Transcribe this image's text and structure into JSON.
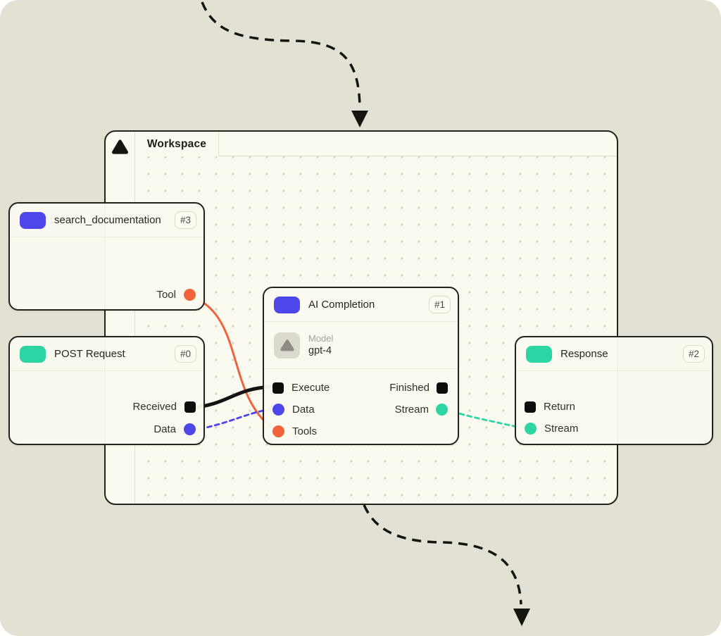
{
  "page": {
    "background": "#e2e1d3"
  },
  "window": {
    "tab_label": "Workspace",
    "background": "#fbfaf0",
    "border_color": "#23221b",
    "logo_icon": "triangle-logo"
  },
  "nodes": {
    "search_documentation": {
      "title": "search_documentation",
      "badge": "#3",
      "icon_color": "#4d46e9",
      "outputs": [
        {
          "label": "Tool",
          "shape": "circle",
          "color": "#f0633c"
        }
      ]
    },
    "post_request": {
      "title": "POST Request",
      "badge": "#0",
      "icon_color": "#2dd5a4",
      "outputs": [
        {
          "label": "Received",
          "shape": "square",
          "color": "#0d0d0b"
        },
        {
          "label": "Data",
          "shape": "circle",
          "color": "#4d46e9"
        }
      ]
    },
    "ai_completion": {
      "title": "AI Completion",
      "badge": "#1",
      "icon_color": "#4d46e9",
      "model": {
        "label": "Model",
        "value": "gpt-4"
      },
      "inputs": [
        {
          "label": "Execute",
          "shape": "square",
          "color": "#0d0d0b"
        },
        {
          "label": "Data",
          "shape": "circle",
          "color": "#4d46e9"
        },
        {
          "label": "Tools",
          "shape": "circle",
          "color": "#f0633c"
        }
      ],
      "outputs": [
        {
          "label": "Finished",
          "shape": "square",
          "color": "#0d0d0b"
        },
        {
          "label": "Stream",
          "shape": "circle",
          "color": "#2dd5a4"
        }
      ]
    },
    "response": {
      "title": "Response",
      "badge": "#2",
      "icon_color": "#2dd5a4",
      "inputs": [
        {
          "label": "Return",
          "shape": "square",
          "color": "#0d0d0b"
        },
        {
          "label": "Stream",
          "shape": "circle",
          "color": "#2dd5a4"
        }
      ]
    }
  },
  "wires": {
    "tool_to_tools": {
      "color": "#f0633c",
      "style": "solid"
    },
    "received_to_execute": {
      "color": "#141412",
      "style": "solid"
    },
    "data_to_data": {
      "color": "#4d46e9",
      "style": "dashed"
    },
    "stream_to_stream": {
      "color": "#2dd5a4",
      "style": "dashed"
    }
  },
  "arrows": {
    "color": "#15150f"
  }
}
